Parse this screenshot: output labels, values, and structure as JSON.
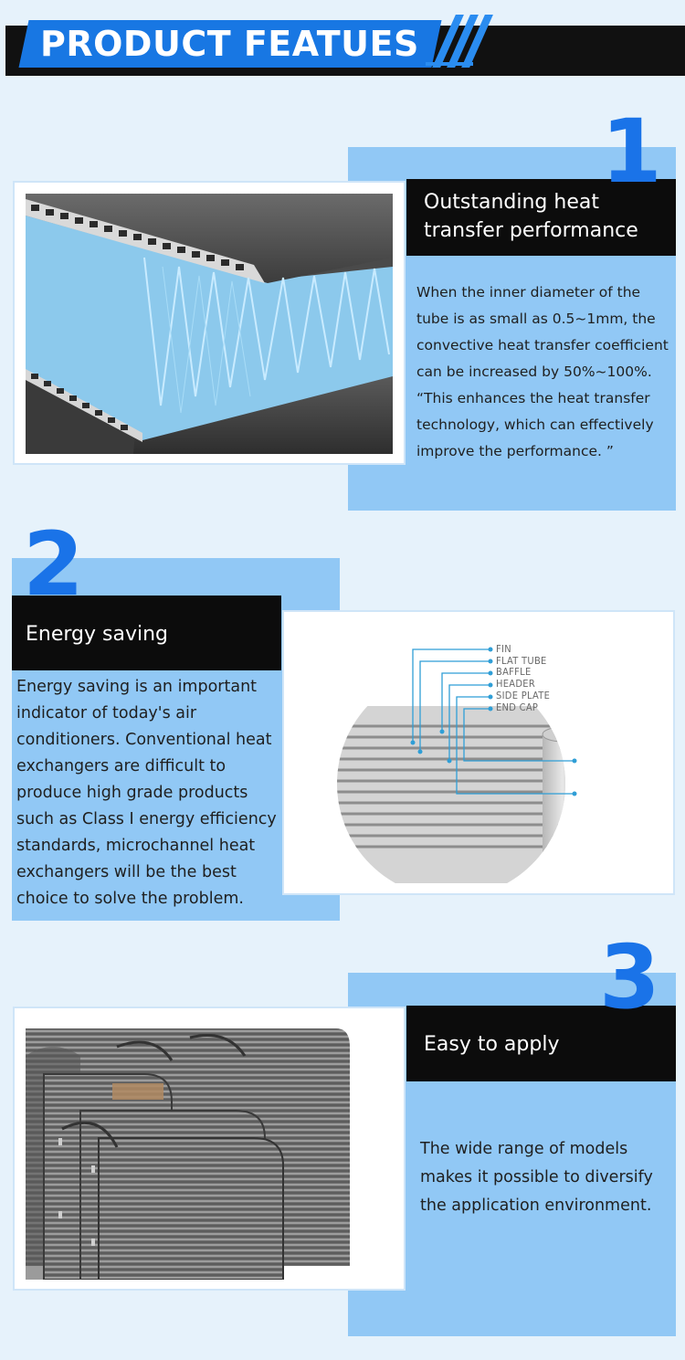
{
  "banner": {
    "title": "PRODUCT FEATUES"
  },
  "features": [
    {
      "number": "1",
      "title": "Outstanding heat transfer performance",
      "text": "When the inner diameter of the tube is as small as 0.5~1mm, the convective heat transfer coefficient can be increased by 50%~100%.  “This enhances the heat transfer technology, which can effectively improve the performance. ”"
    },
    {
      "number": "2",
      "title": "Energy saving",
      "text": "Energy saving is an important indicator of today's air conditioners. Conventional heat exchangers are difficult to produce high grade products such as Class I energy efficiency standards, microchannel heat exchangers will be the best choice to solve the problem."
    },
    {
      "number": "3",
      "title": "Easy to apply",
      "text": "The wide range of models makes it possible to diversify the application environment."
    }
  ],
  "diagram": {
    "labels": [
      "FIN",
      "FLAT TUBE",
      "BAFFLE",
      "HEADER",
      "SIDE PLATE",
      "END CAP"
    ]
  },
  "colors": {
    "accent_blue": "#1877e3",
    "panel_blue": "#91c8f5",
    "page_bg": "#e6f2fb",
    "heading_box": "#0c0c0c"
  }
}
